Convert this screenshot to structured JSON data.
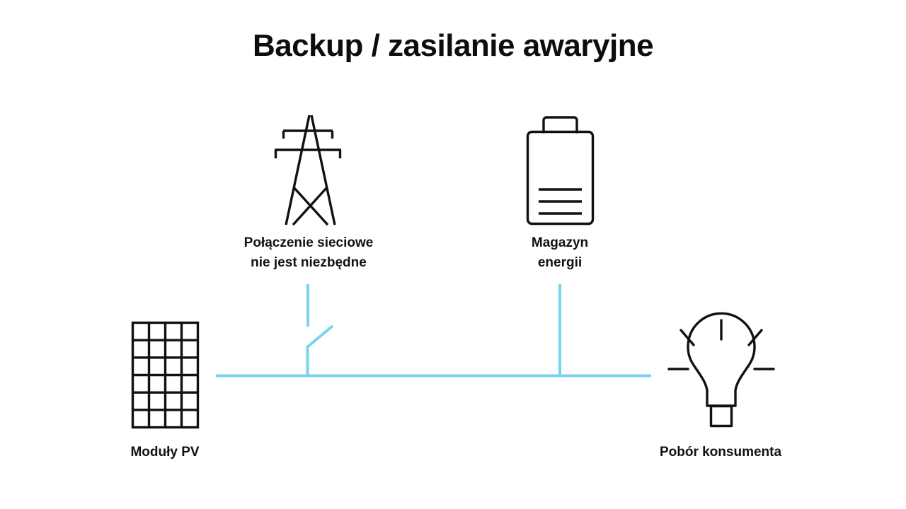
{
  "page": {
    "title": "Backup / zasilanie awaryjne",
    "background_color": "#ffffff",
    "ink_color": "#111111",
    "wire_color": "#79d2ef"
  },
  "diagram": {
    "type": "energy-flow-schematic",
    "nodes": [
      {
        "id": "pv",
        "icon": "solar-panel-icon",
        "label": "Moduły PV",
        "label_lines": [
          "Moduły PV"
        ],
        "position": "left",
        "grid_columns": 4,
        "grid_rows": 6
      },
      {
        "id": "grid",
        "icon": "power-pylon-icon",
        "label": "Połączenie sieciowe\nnie jest niezbędne",
        "label_lines": [
          "Połączenie sieciowe",
          "nie jest niezbędne"
        ],
        "position": "top-left-center",
        "connection_state": "open-switch"
      },
      {
        "id": "battery",
        "icon": "battery-icon",
        "label": "Magazyn\nenergii",
        "label_lines": [
          "Magazyn",
          "energii"
        ],
        "position": "top-right-center",
        "charge_bars": 3
      },
      {
        "id": "load",
        "icon": "lightbulb-icon",
        "label": "Pobór konsumenta",
        "label_lines": [
          "Pobór konsumenta"
        ],
        "position": "right",
        "rays": 5
      }
    ],
    "connections": [
      {
        "id": "bus",
        "from": "pv",
        "to": "load",
        "style": "solid",
        "color": "#79d2ef"
      },
      {
        "id": "grid-drop",
        "from": "grid",
        "to": "bus",
        "style": "solid-with-open-switch",
        "color": "#79d2ef"
      },
      {
        "id": "battery-drop",
        "from": "battery",
        "to": "bus",
        "style": "solid",
        "color": "#79d2ef"
      }
    ]
  }
}
